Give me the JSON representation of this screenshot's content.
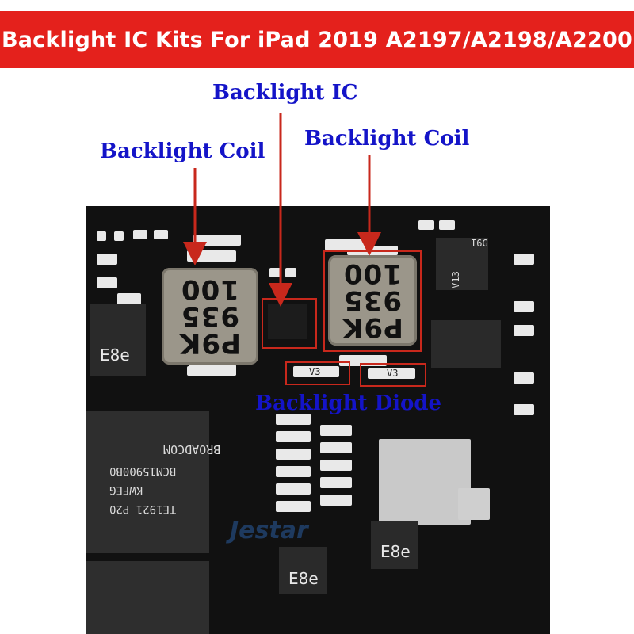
{
  "banner": {
    "title": "Backlight IC Kits For iPad 2019 A2197/A2198/A2200"
  },
  "labels": {
    "backlight_ic": "Backlight IC",
    "backlight_coil_left": "Backlight Coil",
    "backlight_coil_right": "Backlight Coil",
    "backlight_diode": "Backlight Diode"
  },
  "components": {
    "coil_left_marking": [
      "P9K",
      "935",
      "100"
    ],
    "coil_right_marking": [
      "P9K",
      "935",
      "100"
    ],
    "diode_left_marking": "V3",
    "diode_right_marking": "V3",
    "chip_top_right": "I6G",
    "chip_v13": "V13",
    "chip_e8e_left": "E8e",
    "chip_e8e_bottom": "E8e",
    "chip_e8e_right": "E8e",
    "broadcom_text": "BROADCOM",
    "bcm_part": "BCM15900B0",
    "bcm_lot": "KWFEG",
    "bcm_code": "TE1921 P20"
  },
  "watermark": "Jestar",
  "colors": {
    "banner": "#e4211c",
    "label_text": "#1414c8",
    "arrow": "#c8281c",
    "board": "#111111"
  }
}
